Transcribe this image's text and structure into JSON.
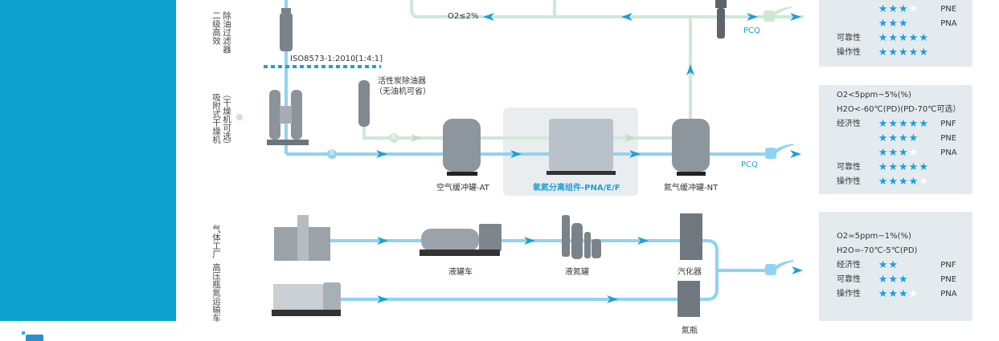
{
  "left_labels": {
    "filter": [
      "除油过滤器",
      "二级高效"
    ],
    "dryer": [
      "（干燥机可选）",
      "吸附式干燥机"
    ],
    "supply": [
      "气体工厂",
      "高压瓶氮运输车"
    ]
  },
  "annotations": {
    "oxygen_limit": "O2≤2%",
    "iso_standard": "ISO8573-1:2010[1:4:1]",
    "carbon_filter": "活性炭除油器",
    "carbon_filter_note": "（无油机可省）",
    "pcq_top": "PCQ",
    "pcq_mid": "PCQ",
    "line_a": "A",
    "line_b": "B"
  },
  "equipment": {
    "air_tank": "空气缓冲罐-AT",
    "separator": "氧氮分离组件-PNA/E/F",
    "nitrogen_tank": "氮气缓冲罐-NT",
    "tanker_truck": "液罐车",
    "liquid_tank": "液氮罐",
    "vaporizer": "汽化器",
    "cylinders": "氮瓶"
  },
  "panels": [
    {
      "specs": [],
      "rows": [
        {
          "label": "",
          "stars": 3,
          "max": 4,
          "code": "PNE"
        },
        {
          "label": "",
          "stars": 3,
          "max": 3,
          "code": "PNA"
        },
        {
          "label": "可靠性",
          "stars": 5,
          "max": 5,
          "code": ""
        },
        {
          "label": "操作性",
          "stars": 5,
          "max": 5,
          "code": ""
        }
      ]
    },
    {
      "specs": [
        "O2<5ppm~5%(%)",
        "H2O<-60℃(PD)(PD-70℃可选）"
      ],
      "rows": [
        {
          "label": "经济性",
          "stars": 5,
          "max": 5,
          "code": "PNF"
        },
        {
          "label": "",
          "stars": 4,
          "max": 4,
          "code": "PNE"
        },
        {
          "label": "",
          "stars": 3,
          "max": 4,
          "code": "PNA"
        },
        {
          "label": "可靠性",
          "stars": 5,
          "max": 5,
          "code": ""
        },
        {
          "label": "操作性",
          "stars": 4,
          "max": 5,
          "code": ""
        }
      ]
    },
    {
      "specs": [
        "O2=5ppm~1%(%)",
        "H2O=-70℃-5℃(PD)"
      ],
      "rows": [
        {
          "label": "经济性",
          "stars": 2,
          "max": 2,
          "code": "PNF"
        },
        {
          "label": "可靠性",
          "stars": 3,
          "max": 3,
          "code": "PNE"
        },
        {
          "label": "操作性",
          "stars": 3,
          "max": 4,
          "code": "PNA"
        }
      ]
    }
  ],
  "colors": {
    "brand_blue": "#0ea1d0",
    "flow_blue": "#8fd3f2",
    "flow_green": "#cfe8d6",
    "arrow_blue": "#1d9fd8",
    "panel_bg": "#e4ebef"
  }
}
